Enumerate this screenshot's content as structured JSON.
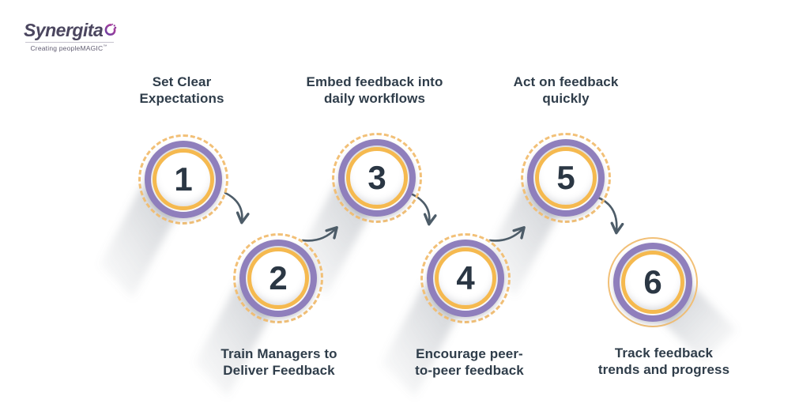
{
  "logo": {
    "name": "Synergita",
    "tagline": "Creating peopleMAGIC",
    "trademark": "™"
  },
  "steps": [
    {
      "number": "1",
      "label": "Set Clear Expectations",
      "lines": [
        "Set Clear",
        "Expectations"
      ],
      "row": "top"
    },
    {
      "number": "2",
      "label": "Train Managers to Deliver Feedback",
      "lines": [
        "Train Managers to",
        "Deliver Feedback"
      ],
      "row": "bottom"
    },
    {
      "number": "3",
      "label": "Embed feedback into daily workflows",
      "lines": [
        "Embed feedback into",
        "daily workflows"
      ],
      "row": "top"
    },
    {
      "number": "4",
      "label": "Encourage peer-to-peer feedback",
      "lines": [
        "Encourage peer-",
        "to-peer feedback"
      ],
      "row": "bottom"
    },
    {
      "number": "5",
      "label": "Act on feedback quickly",
      "lines": [
        "Act on feedback",
        "quickly"
      ],
      "row": "top"
    },
    {
      "number": "6",
      "label": "Track feedback trends and progress",
      "lines": [
        "Track feedback",
        "trends and progress"
      ],
      "row": "bottom"
    }
  ],
  "colors": {
    "background": "#FFFFFF",
    "ring_purple": "#8F7FBC",
    "ring_yellow": "#F5B94F",
    "ring_dashed": "#F2C077",
    "number_text": "#2B3744",
    "label_text": "#2F3D4A",
    "arrow": "#4D5C68",
    "brand_purple": "#8B3A9E",
    "logo_text": "#4B465F"
  }
}
